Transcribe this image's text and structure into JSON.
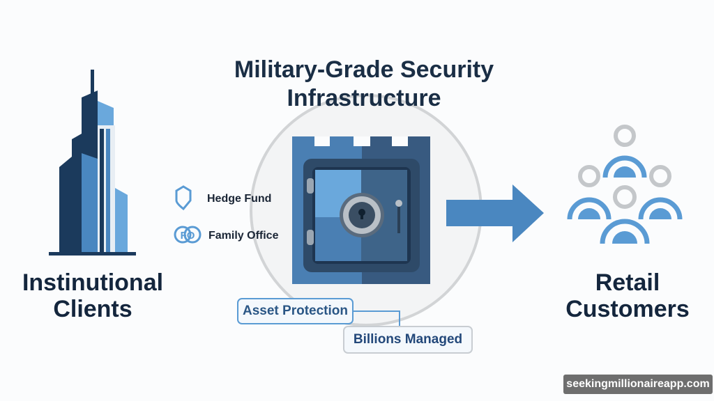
{
  "title": {
    "line1": "Military-Grade Security",
    "line2": "Infrastructure"
  },
  "left": {
    "line1": "Instinutional",
    "line2": "Clients",
    "icon": "skyscraper-icon"
  },
  "right": {
    "line1": "Retail",
    "line2": "Customers",
    "icon": "people-group-icon"
  },
  "center": {
    "icon": "vault-safe-icon"
  },
  "legend": [
    {
      "icon": "shield-icon",
      "label": "Hedge Fund"
    },
    {
      "icon": "fo-badge-icon",
      "badge": "FO",
      "label": "Family Office"
    }
  ],
  "tags": {
    "primary": "Asset Protection",
    "secondary": "Billions Managed"
  },
  "watermark": "seekingmillionaireapp.com",
  "colors": {
    "navy": "#1b3a5c",
    "blue": "#4a87c0",
    "light_blue": "#6aa8dc",
    "gray": "#c4c7ca"
  }
}
